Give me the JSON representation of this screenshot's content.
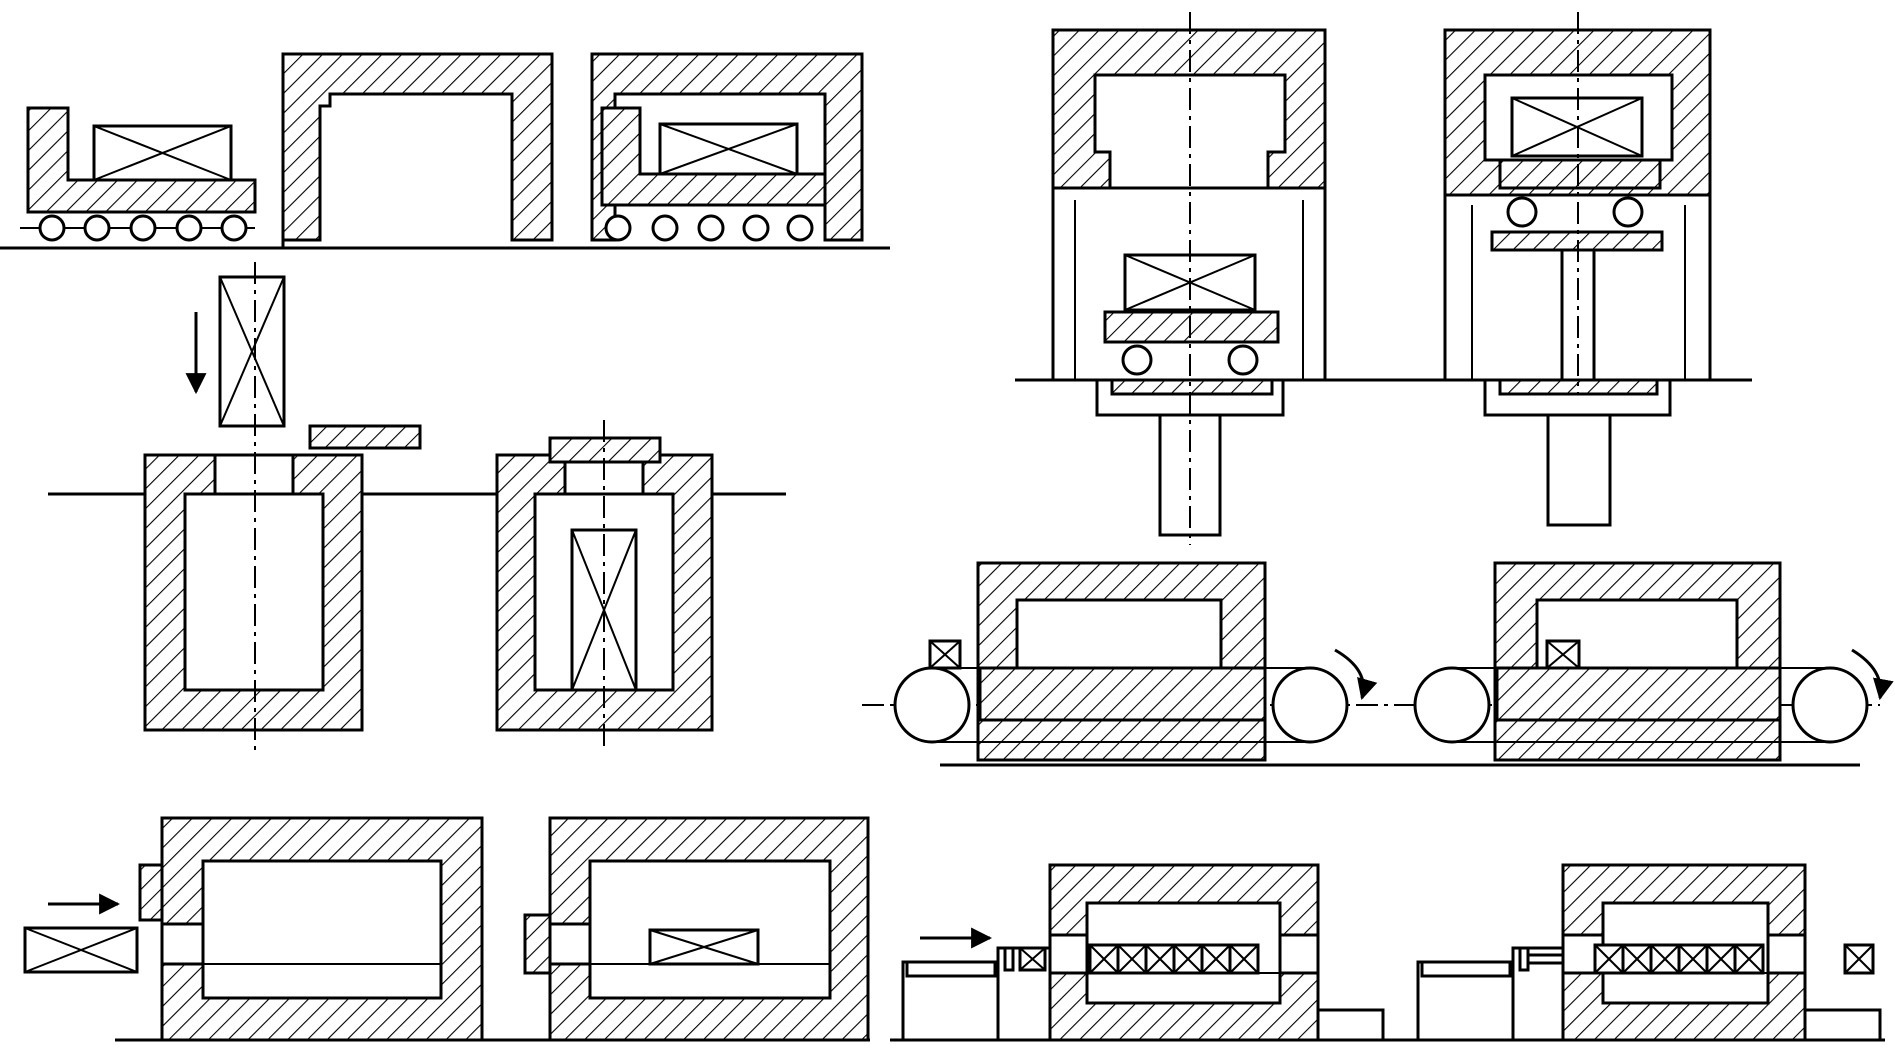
{
  "figure": {
    "description_visible_text": "",
    "panels": [
      {
        "id": "car-bottom-furnace",
        "type": "car-bottom"
      },
      {
        "id": "bell-type-top-loading",
        "type": "pit"
      },
      {
        "id": "elevator-hearth-furnace",
        "type": "elevator"
      },
      {
        "id": "roller-hearth-conveyor-furnace",
        "type": "conveyor"
      },
      {
        "id": "side-door-box-furnace",
        "type": "box"
      },
      {
        "id": "pusher-continuous-furnace",
        "type": "pusher"
      }
    ]
  },
  "colors": {
    "ink": "#000000",
    "paper": "#ffffff"
  }
}
